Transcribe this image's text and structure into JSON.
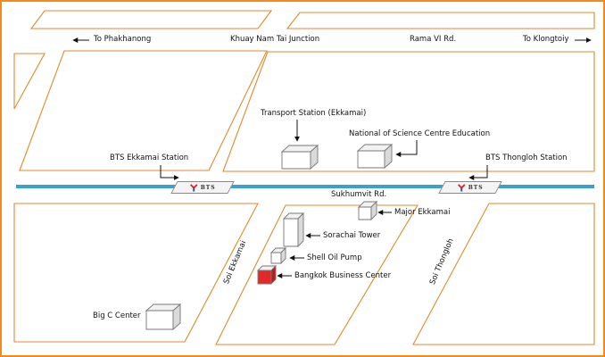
{
  "colors": {
    "frame": "#f28a1e",
    "skytrain_line": "#3aa0cf",
    "block_outline": "#e08a2c",
    "bts_red": "#e31b23",
    "bts_blue": "#1f5aa8",
    "highlight_building": "#e02a2a"
  },
  "roads": {
    "to_phakhanong": "To Phakhanong",
    "junction": "Khuay Nam Tai Junction",
    "rama6": "Rama VI Rd.",
    "to_klongtoiy": "To Klongtoiy",
    "sukhumvit": "Sukhumvit Rd.",
    "soi_ekkamai": "Soi Ekkamai",
    "soi_thongloh": "Soi Thongloh"
  },
  "stations": {
    "ekkamai": "BTS Ekkamai Station",
    "thongloh": "BTS Thongloh Station",
    "badge_text": "BTS"
  },
  "landmarks": {
    "transport_station": "Transport Station  (Ekkamai)",
    "science_centre": "National of Science Centre Education",
    "major_ekkamai": "Major Ekkamai",
    "sorachai_tower": "Sorachai Tower",
    "shell_oil_pump": "Shell Oil Pump",
    "bangkok_business_center": "Bangkok Business Center",
    "big_c_center": "Big C Center"
  }
}
